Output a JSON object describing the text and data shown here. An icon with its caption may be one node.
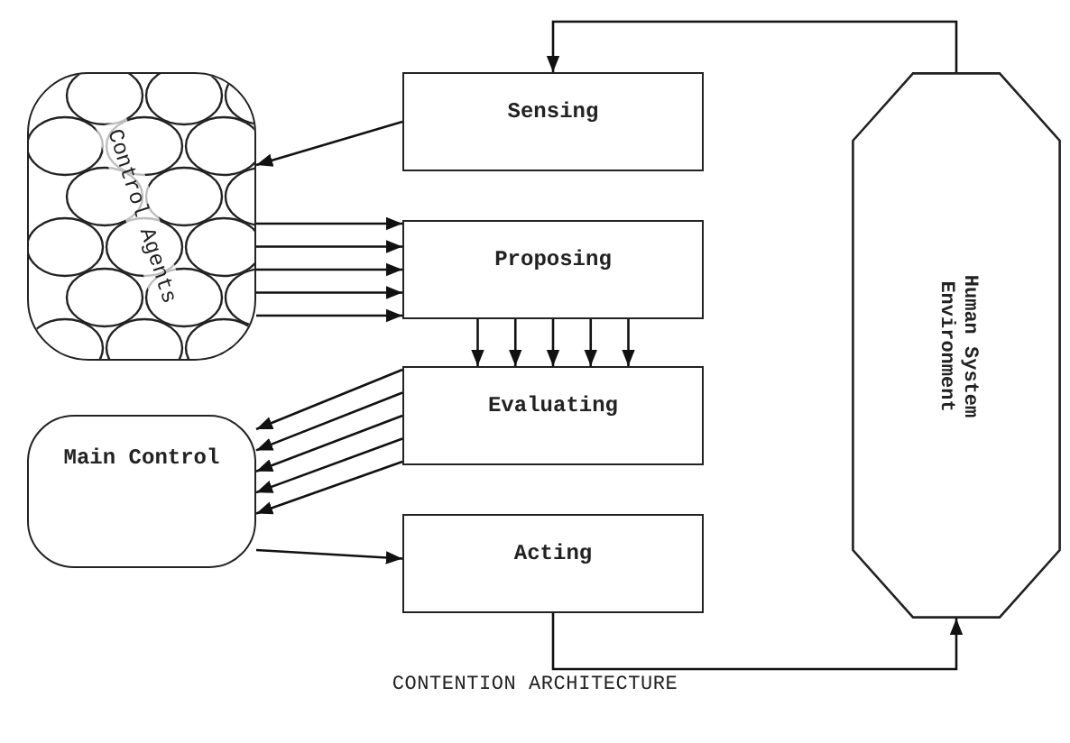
{
  "diagram": {
    "caption": "CONTENTION ARCHITECTURE",
    "nodes": [
      {
        "text": [
          "Control Agents"
        ]
      },
      {
        "text": [
          "Sensing"
        ]
      },
      {
        "text": [
          "Proposing"
        ]
      },
      {
        "text": [
          "Evaluating"
        ]
      },
      {
        "text": [
          "Main Control"
        ]
      },
      {
        "text": [
          "Acting"
        ]
      },
      {
        "text": [
          "Human System Environment"
        ]
      }
    ],
    "edges": [
      {
        "from": 1,
        "to": 0,
        "arrow": "to"
      },
      {
        "from": 0,
        "to": 2,
        "arrow": "to"
      },
      {
        "from": 0,
        "to": 2,
        "arrow": "to"
      },
      {
        "from": 0,
        "to": 2,
        "arrow": "to"
      },
      {
        "from": 0,
        "to": 2,
        "arrow": "to"
      },
      {
        "from": 0,
        "to": 2,
        "arrow": "to"
      },
      {
        "from": 2,
        "to": 3,
        "arrow": "to"
      },
      {
        "from": 2,
        "to": 3,
        "arrow": "to"
      },
      {
        "from": 2,
        "to": 3,
        "arrow": "to"
      },
      {
        "from": 2,
        "to": 3,
        "arrow": "to"
      },
      {
        "from": 2,
        "to": 3,
        "arrow": "to"
      },
      {
        "from": 3,
        "to": 4,
        "arrow": "to"
      },
      {
        "from": 3,
        "to": 4,
        "arrow": "to"
      },
      {
        "from": 3,
        "to": 4,
        "arrow": "to"
      },
      {
        "from": 3,
        "to": 4,
        "arrow": "to"
      },
      {
        "from": 3,
        "to": 4,
        "arrow": "to"
      },
      {
        "from": 4,
        "to": 5,
        "arrow": "to"
      },
      {
        "from": 5,
        "to": 6,
        "arrow": "to"
      },
      {
        "from": 6,
        "to": 1,
        "arrow": "to"
      }
    ]
  }
}
